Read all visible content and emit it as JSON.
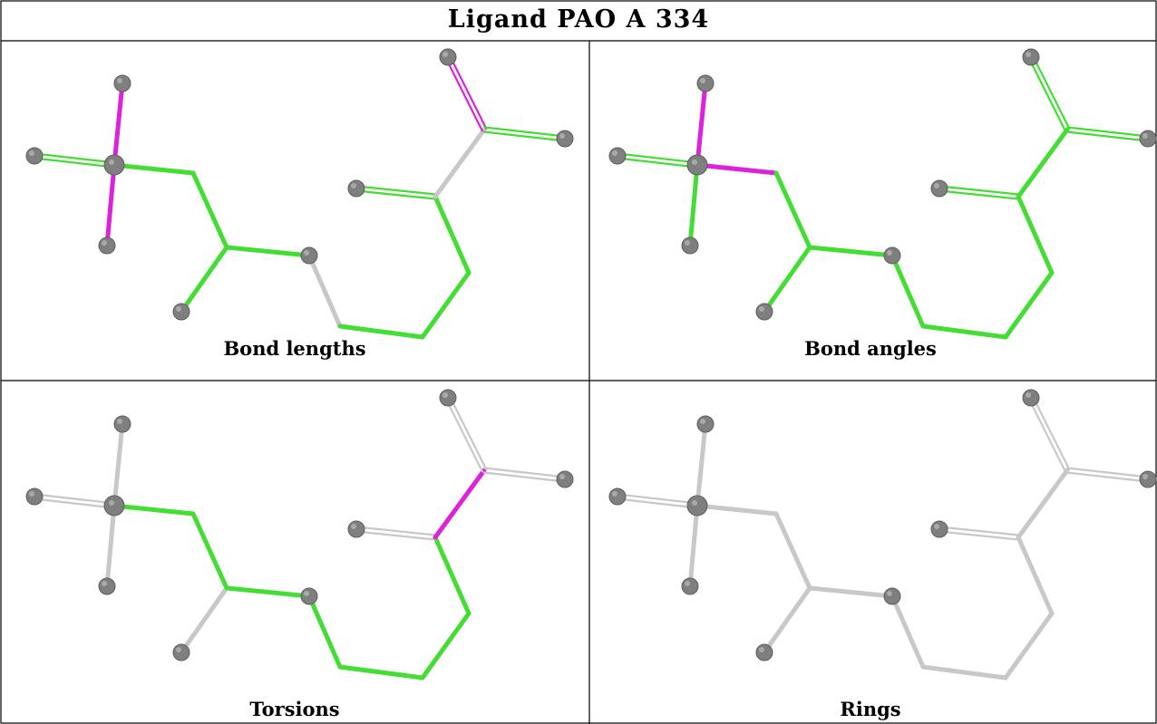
{
  "title": "Ligand PAO A 334",
  "panels": [
    {
      "id": "bond-lengths",
      "caption": "Bond lengths"
    },
    {
      "id": "bond-angles",
      "caption": "Bond angles"
    },
    {
      "id": "torsions",
      "caption": "Torsions"
    },
    {
      "id": "rings",
      "caption": "Rings"
    }
  ],
  "colors": {
    "ok": "#44dd33",
    "outlier": "#dd22dd",
    "neutral": "#c8c8c8",
    "atom": "#7f7f7f",
    "grid": "#000000"
  }
}
